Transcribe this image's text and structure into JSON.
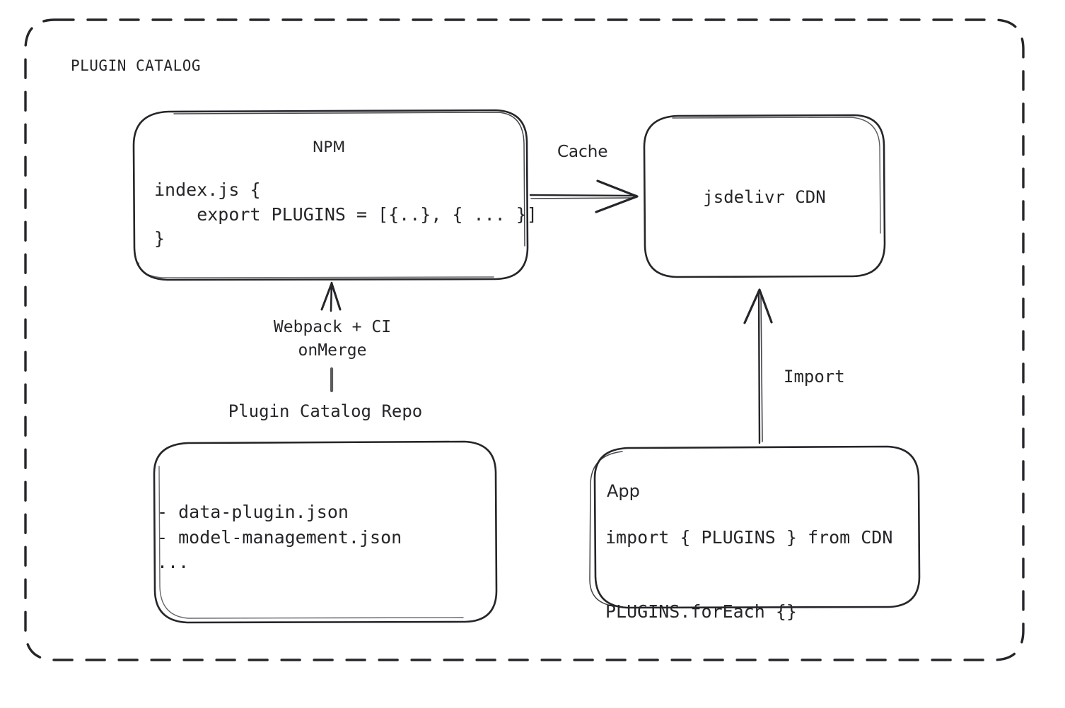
{
  "diagram": {
    "group_title": "PLUGIN CATALOG",
    "nodes": {
      "npm": {
        "title": "NPM",
        "code": "index.js {\n    export PLUGINS = [{..}, { ... }]\n}"
      },
      "cdn": {
        "title": "jsdelivr CDN"
      },
      "repo": {
        "label": "Plugin Catalog Repo",
        "code": "- data-plugin.json\n- model-management.json\n..."
      },
      "app": {
        "title": "App",
        "code": "import { PLUGINS } from CDN\n\nPLUGINS.forEach {}"
      }
    },
    "edges": {
      "cache": "Cache",
      "webpack": "Webpack + CI\nonMerge",
      "import": "Import"
    },
    "colors": {
      "stroke": "#25262a",
      "background": "#ffffff",
      "text": "#25262a"
    }
  }
}
